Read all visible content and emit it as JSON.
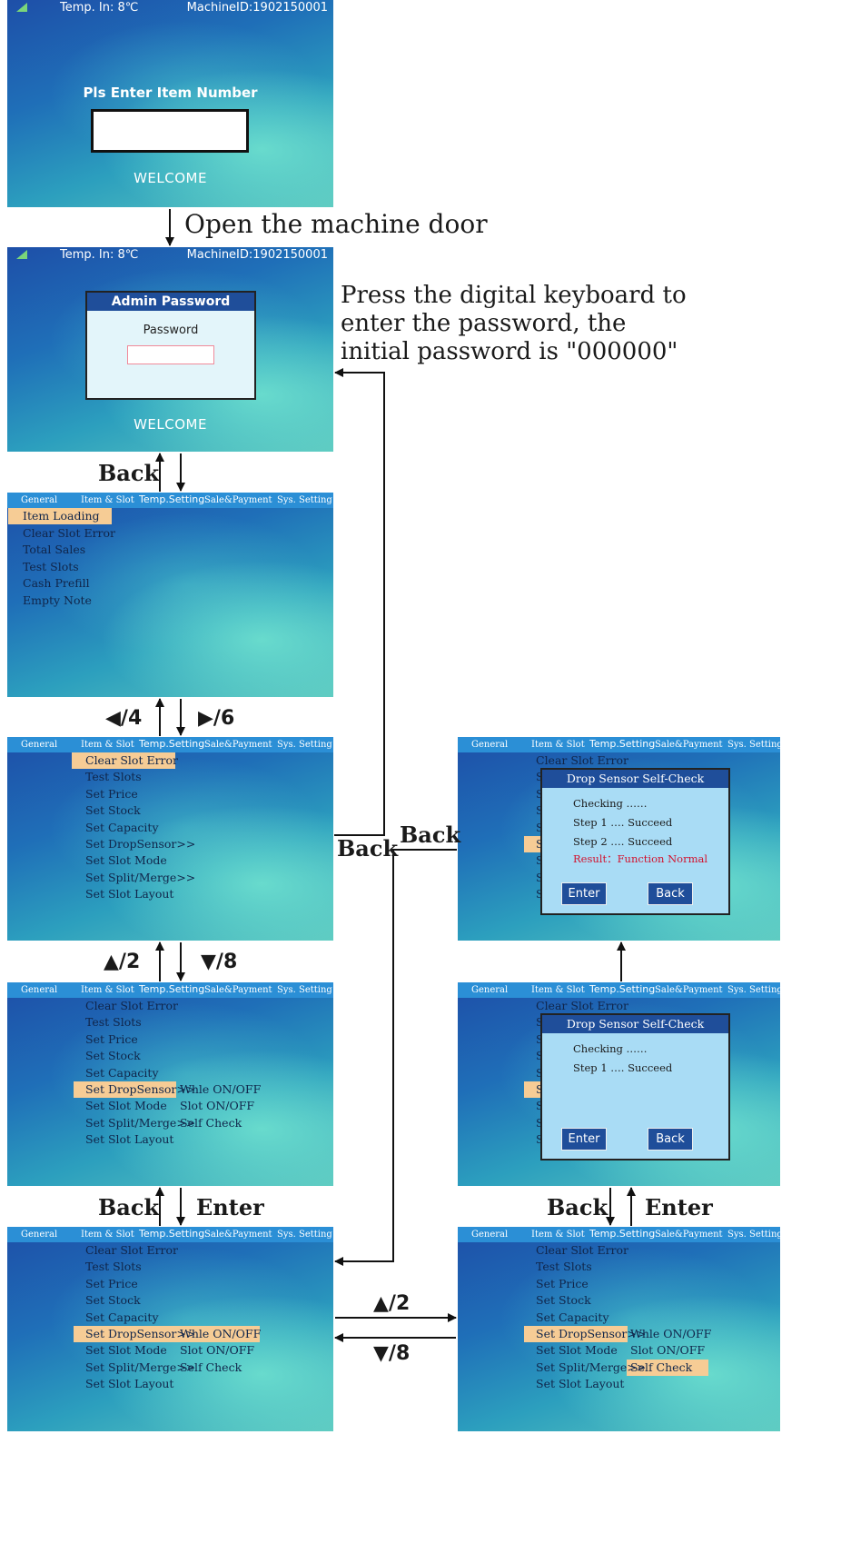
{
  "status_bar": {
    "temp": "Temp.  In:  8℃",
    "machine_id": "MachineID:1902150001"
  },
  "screen1": {
    "prompt": "Pls Enter Item Number",
    "welcome": "WELCOME"
  },
  "screen2": {
    "dialog_title": "Admin Password",
    "password_label": "Password",
    "welcome": "WELCOME"
  },
  "tabs": {
    "general": "General",
    "item_slot": "Item & Slot",
    "temp": "Temp.Setting",
    "sale": "Sale&Payment",
    "sys": "Sys. Setting"
  },
  "general_menu": [
    "Item Loading",
    "Clear Slot Error",
    "Total Sales",
    "Test Slots",
    "Cash Prefill",
    "Empty Note"
  ],
  "slot_menu": [
    "Clear Slot Error",
    "Test Slots",
    "Set Price",
    "Set Stock",
    "Set Capacity",
    "Set DropSensor>>",
    "Set Slot Mode",
    "Set Split/Merge>>",
    "Set Slot Layout"
  ],
  "drop_submenu": [
    "Whle ON/OFF",
    "Slot ON/OFF",
    "Self Check"
  ],
  "partial_letter": "S",
  "popup": {
    "title": "Drop Sensor Self-Check",
    "checking": "Checking ……",
    "step1": "Step 1 …. Succeed",
    "step2": "Step 2 …. Succeed",
    "result": "Result：Function Normal",
    "enter": "Enter",
    "back": "Back"
  },
  "annotations": {
    "open_door": "Open the machine door",
    "password_note_1": "Press the digital keyboard to",
    "password_note_2": "enter the password, the",
    "password_note_3": "initial password is \"000000\"",
    "back": "Back",
    "enter": "Enter",
    "left_4": "◀/4",
    "right_6": "▶/6",
    "up_2": "▲/2",
    "down_8": "▼/8"
  }
}
